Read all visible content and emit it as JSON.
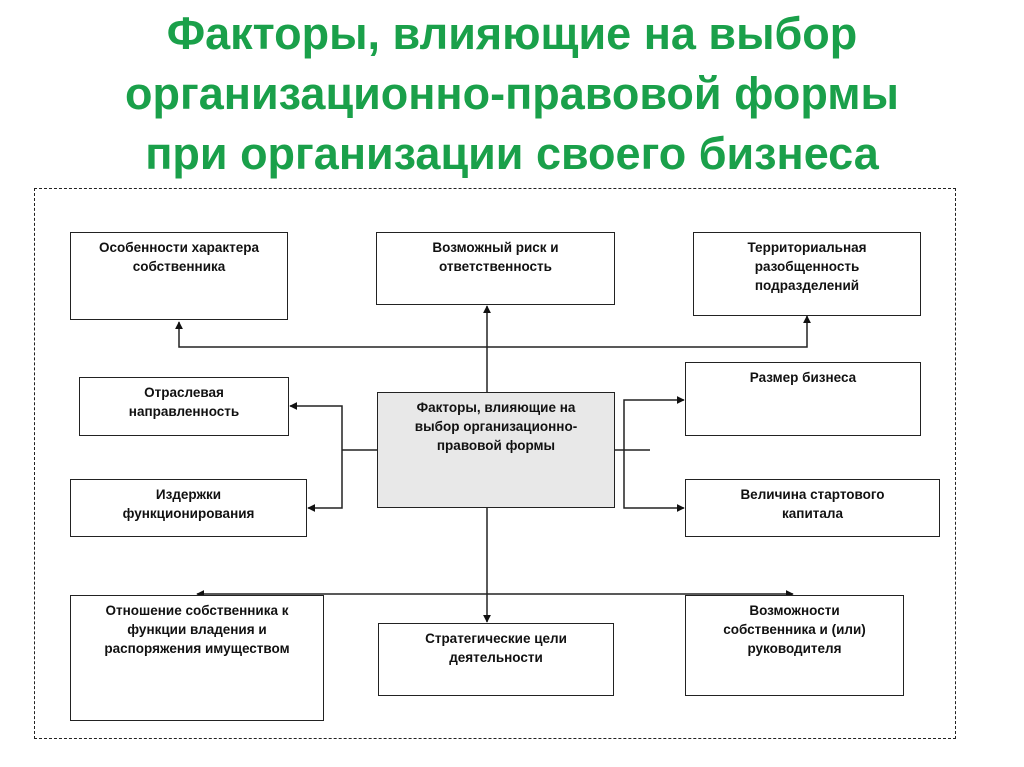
{
  "title_lines": [
    "Факторы, влияющие на выбор",
    "организационно-правовой формы",
    "при организации своего бизнеса"
  ],
  "colors": {
    "title": "#1aa04a",
    "center_fill": "#e8e8e8",
    "line": "#222222"
  },
  "boxes": {
    "owner_character": "Особенности характера\nсобственника",
    "risk": "Возможный риск и\nответственность",
    "territorial": "Территориальная\nразобщенность\nподразделений",
    "industry": "Отраслевая\nнаправленность",
    "center": "Факторы, влияющие на\nвыбор организационно-\nправовой формы",
    "business_size": "Размер бизнеса",
    "costs": "Издержки\nфункционирования",
    "start_capital": "Величина стартового\nкапитала",
    "ownership_relation": "Отношение собственника к\nфункции владения и\nраспоряжения имуществом",
    "strategic_goals": "Стратегические цели\nдеятельности",
    "owner_capabilities": "Возможности\nсобственника и (или)\nруководителя"
  }
}
